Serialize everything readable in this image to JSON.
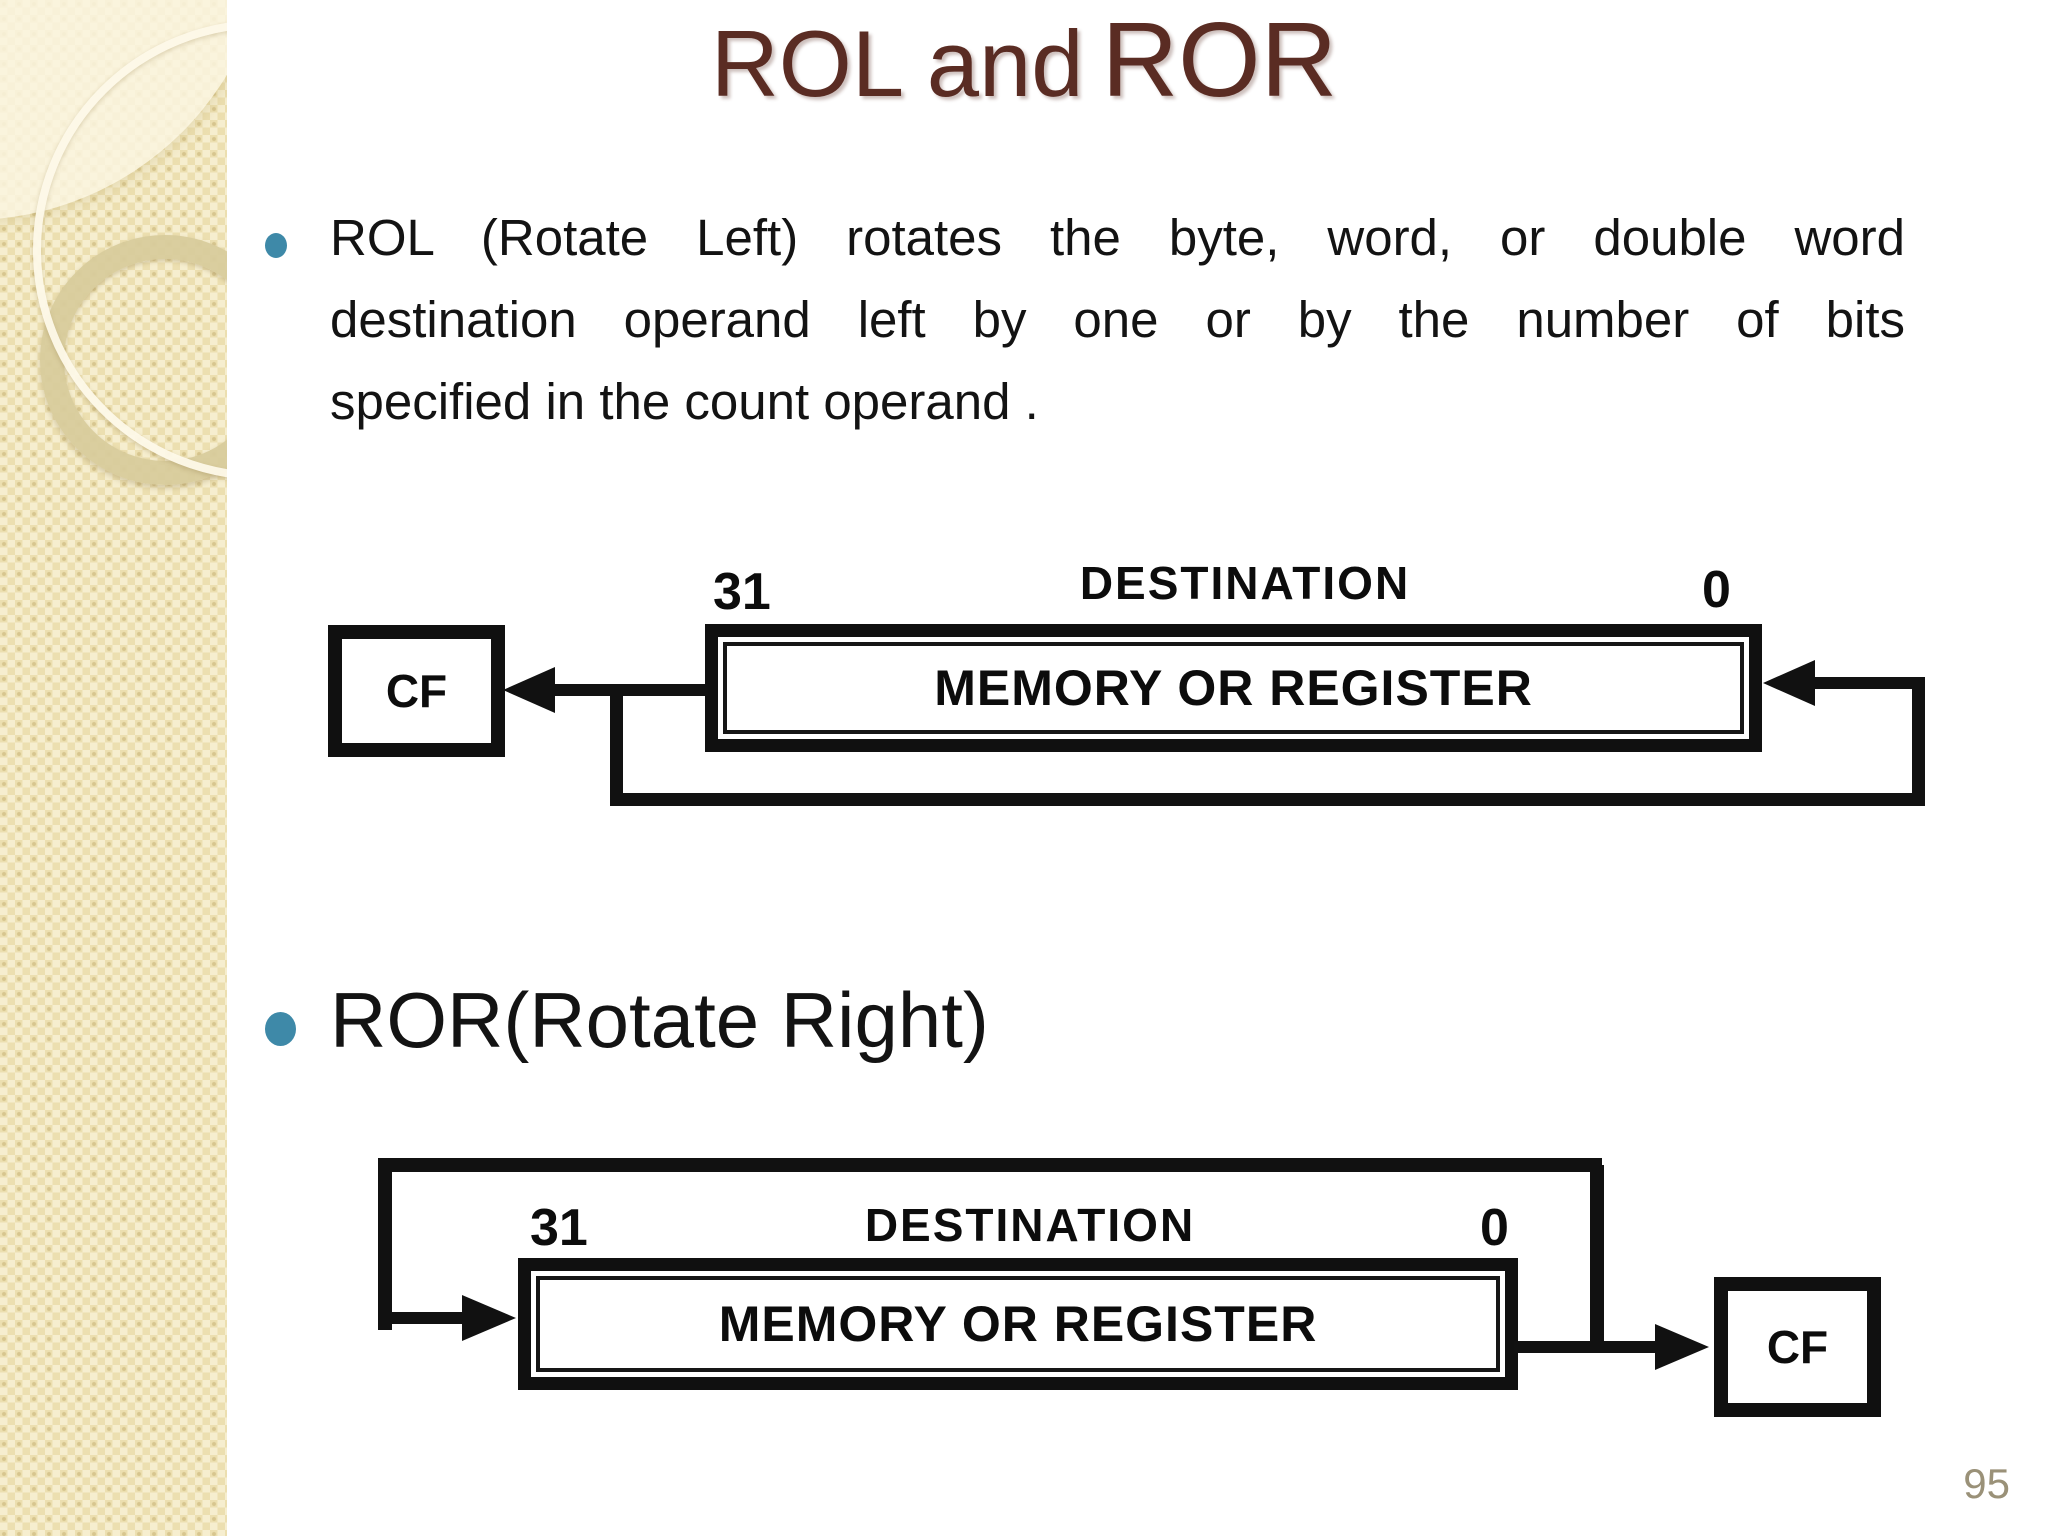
{
  "title": {
    "small": "ROL and",
    "large": "ROR"
  },
  "bullets": {
    "first": {
      "line1": "ROL (Rotate Left) rotates the byte, word, or double word",
      "line2": "destination operand left by one or by the number of bits",
      "line3": "specified in the count operand ."
    },
    "second": {
      "text": "ROR(Rotate Right)"
    }
  },
  "diagrams": {
    "rol": {
      "high_bit": "31",
      "top_label": "DESTINATION",
      "low_bit": "0",
      "register_label": "MEMORY OR REGISTER",
      "flag_label": "CF"
    },
    "ror": {
      "high_bit": "31",
      "top_label": "DESTINATION",
      "low_bit": "0",
      "register_label": "MEMORY OR REGISTER",
      "flag_label": "CF"
    }
  },
  "footer": {
    "page_number": "95"
  },
  "colors": {
    "title_text": "#5a2c23",
    "bullet_marker": "#3e89a8",
    "body_text": "#131313",
    "diagram_ink": "#111111",
    "sidebar_base": "#ecdfb0",
    "page_number": "#9a9178"
  }
}
